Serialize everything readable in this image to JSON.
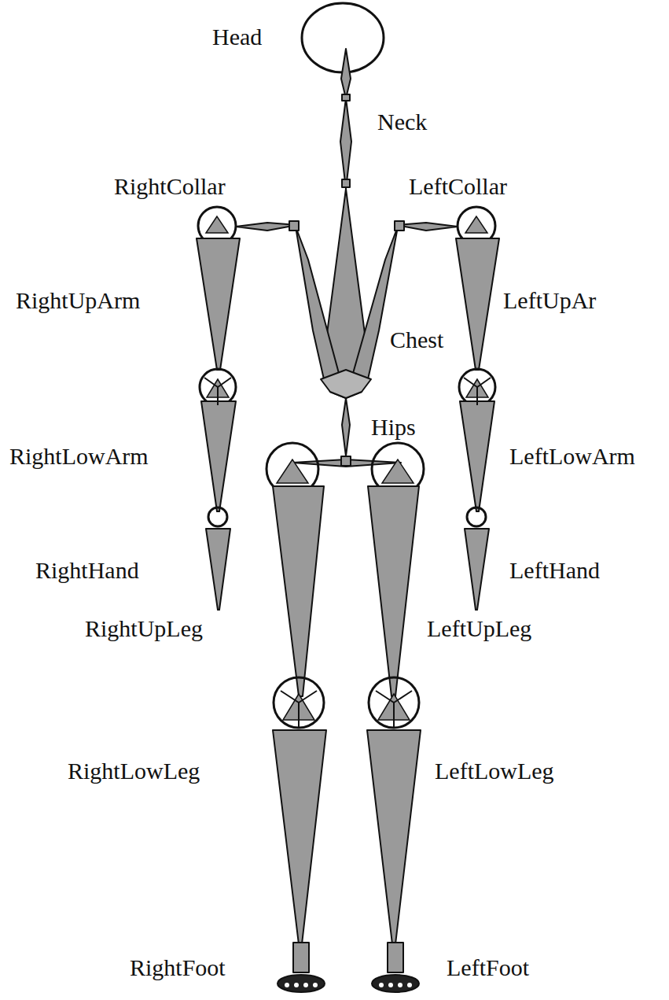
{
  "diagram": {
    "labels": [
      "Head",
      "Neck",
      "RightCollar",
      "LeftCollar",
      "RightUpArm",
      "LeftUpAr",
      "Chest",
      "Hips",
      "RightLowArm",
      "LeftLowArm",
      "RightHand",
      "LeftHand",
      "RightUpLeg",
      "LeftUpLeg",
      "RightLowLeg",
      "LeftLowLeg",
      "RightFoot",
      "LeftFoot"
    ]
  }
}
